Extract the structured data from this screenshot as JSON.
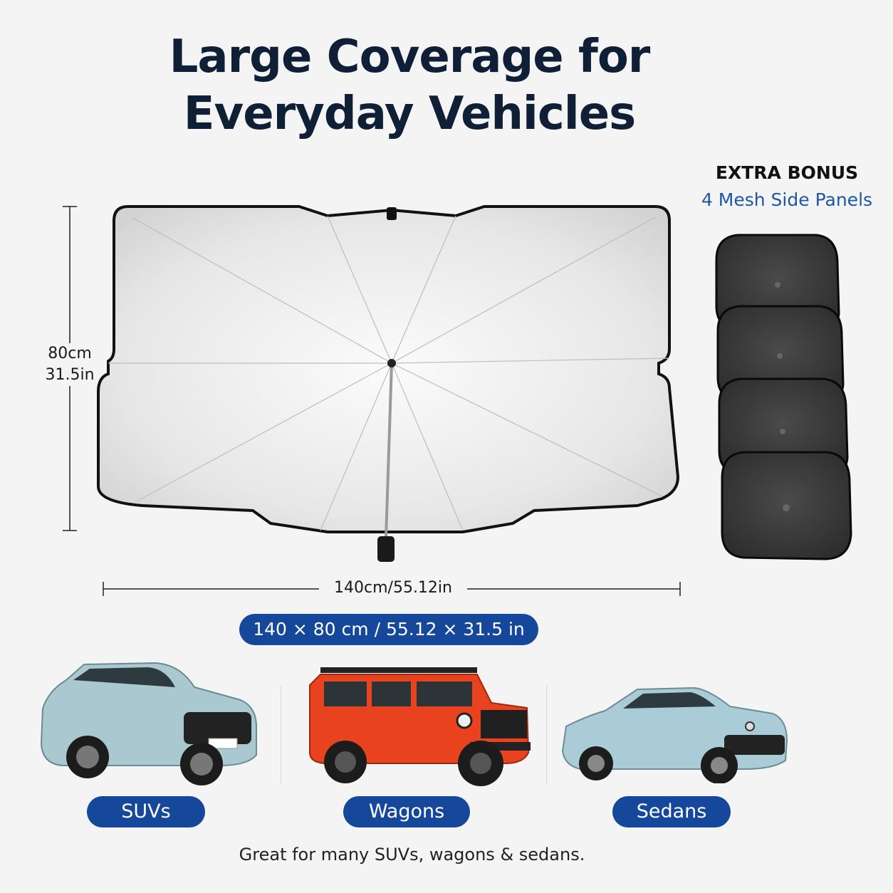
{
  "headline": {
    "line1": "Large Coverage for",
    "line2": "Everyday Vehicles"
  },
  "bonus": {
    "title": "EXTRA BONUS",
    "subtitle": "4 Mesh Side Panels",
    "panel_count": 4
  },
  "dimensions": {
    "height_cm": "80cm",
    "height_in": "31.5in",
    "width_label": "140cm/55.12in",
    "spec_badge": "140 × 80 cm / 55.12 × 31.5 in"
  },
  "vehicle_types": [
    {
      "label": "SUVs",
      "body_color": "#a9c8cf",
      "icon": "suv-image"
    },
    {
      "label": "Wagons",
      "body_color": "#e8421f",
      "icon": "offroad-wagon-image"
    },
    {
      "label": "Sedans",
      "body_color": "#a9ccd6",
      "icon": "sedan-image"
    }
  ],
  "footer": "Great for many SUVs, wagons & sedans.",
  "colors": {
    "background": "#f4f4f5",
    "headline": "#0f1f36",
    "accent_blue": "#15479b",
    "bonus_blue": "#1f56a8"
  }
}
